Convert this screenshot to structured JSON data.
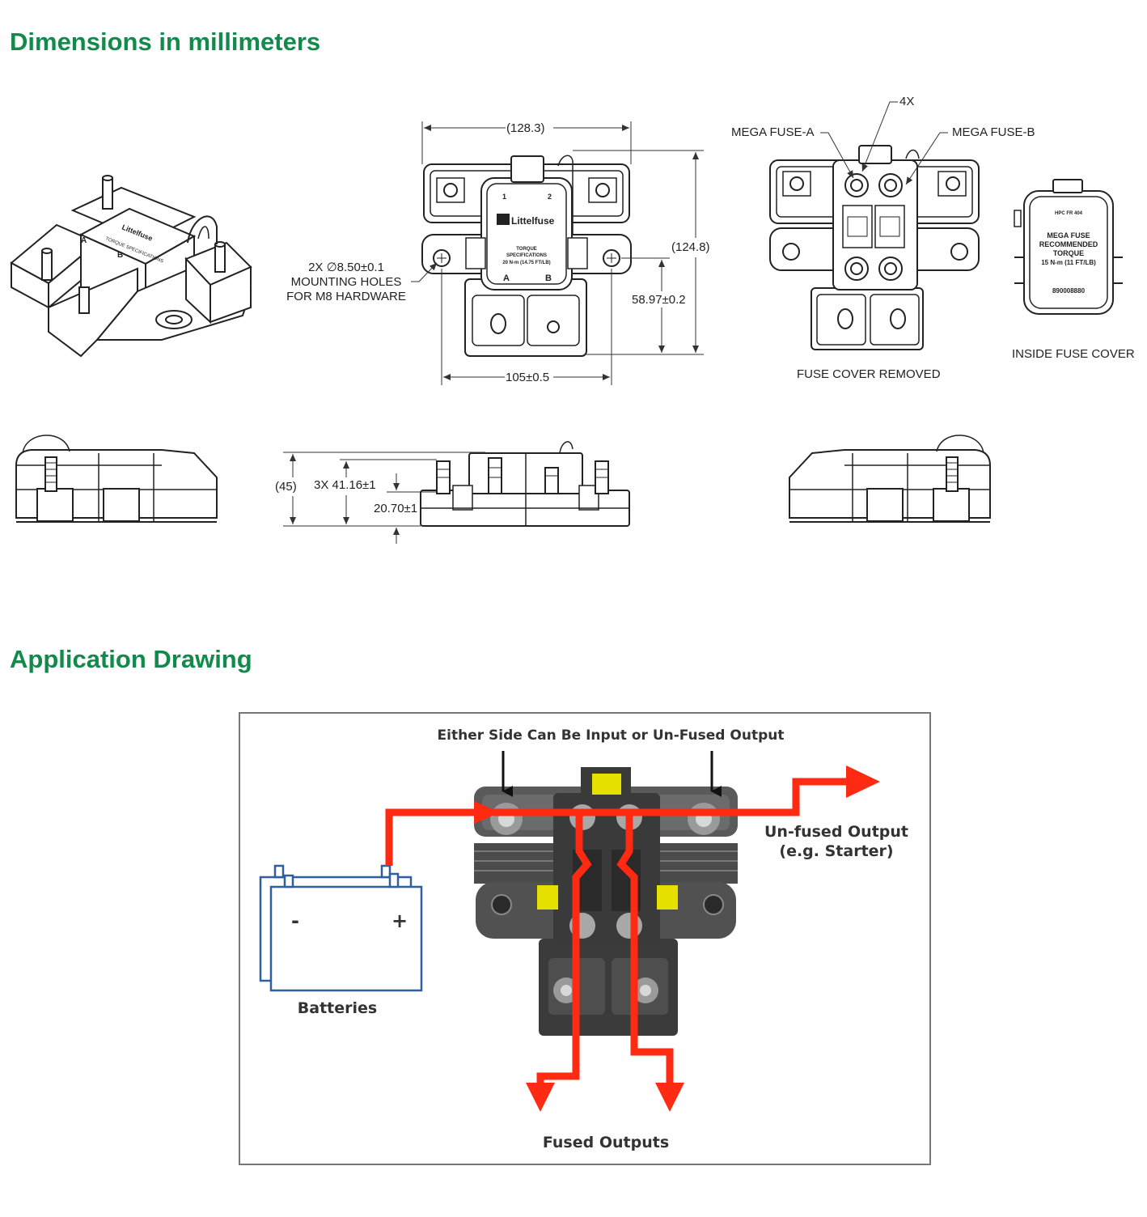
{
  "headings": {
    "dimensions": "Dimensions in millimeters",
    "application": "Application Drawing"
  },
  "dimensions": {
    "overall_width": "128.3",
    "overall_height": "124.8",
    "mount_height": "58.97±0.2",
    "hole_spacing": "105±0.5",
    "mount_holes_line1": "2X  ∅8.50±0.1",
    "mount_holes_line2": "MOUNTING HOLES",
    "mount_holes_line3": "FOR M8 HARDWARE",
    "quantity_4x": "4X",
    "mega_fuse_a": "MEGA FUSE-A",
    "mega_fuse_b": "MEGA FUSE-B",
    "fuse_cover_removed": "FUSE COVER REMOVED",
    "inside_fuse_cover": "INSIDE FUSE COVER",
    "total_depth": "45",
    "stud_height": "3X 41.16±1",
    "base_height": "20.70±1"
  },
  "cover_text": {
    "brand": "Littelfuse",
    "torque": "TORQUE",
    "specifications": "SPECIFICATIONS",
    "torque_value": "20 N-m (14.75 FT/LB)",
    "terminal_a": "A",
    "terminal_b": "B",
    "terminal_1": "1",
    "terminal_2": "2",
    "inside_part": "HPC FR 404",
    "inside_mega": "MEGA FUSE",
    "inside_recommended": "RECOMMENDED",
    "inside_torque": "TORQUE",
    "inside_torque_value": "15 N-m (11 FT/LB)",
    "inside_part_number": "890008880"
  },
  "application": {
    "either_side": "Either Side Can Be Input or Un-Fused Output",
    "unfused_line1": "Un-fused Output",
    "unfused_line2": "(e.g. Starter)",
    "batteries": "Batteries",
    "minus": "-",
    "plus": "+",
    "fused_outputs": "Fused Outputs"
  },
  "colors": {
    "heading_green": "#138a4c",
    "flow_red": "#ff2a12",
    "fuse_yellow": "#e6e000",
    "battery_blue": "#2f5f9c"
  }
}
